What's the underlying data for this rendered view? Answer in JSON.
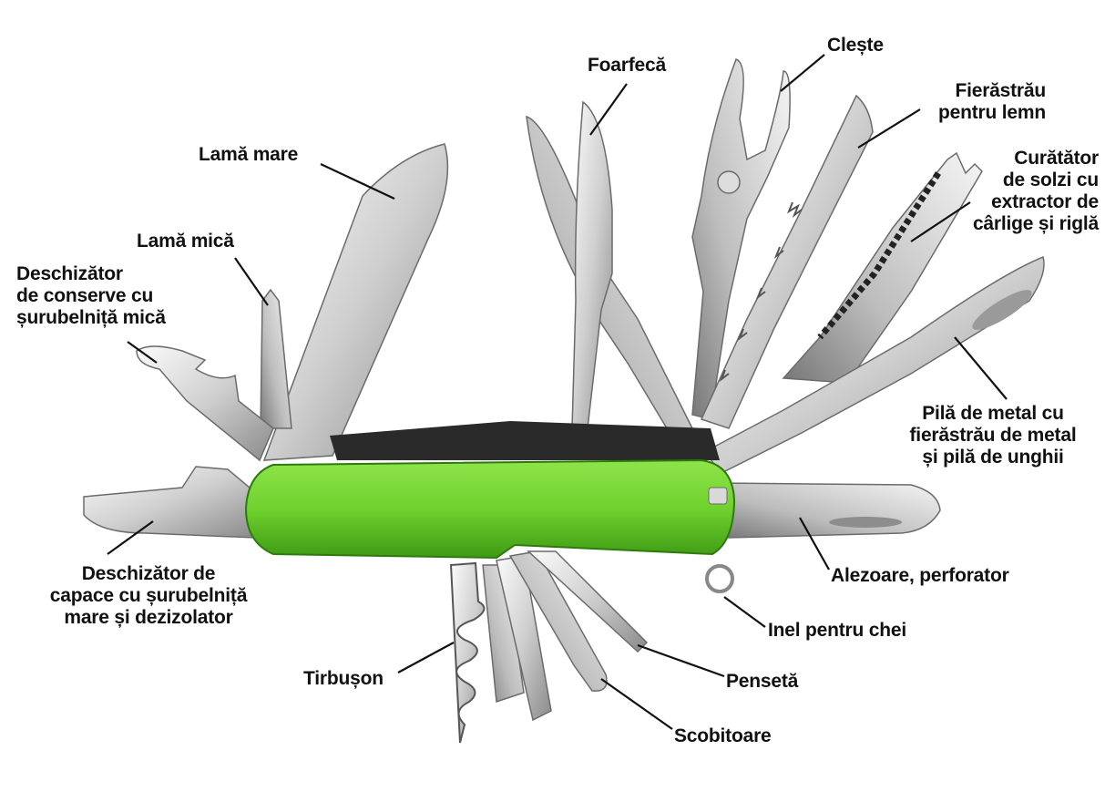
{
  "colors": {
    "handle": "#6fd12e",
    "handle_shadow": "#3f9a14",
    "steel_light": "#f2f2f2",
    "steel_mid": "#c4c4c4",
    "steel_dark": "#7a7a7a",
    "leader_line": "#111111",
    "text": "#111111"
  },
  "labels": {
    "lama_mare": "Lamă mare",
    "lama_mica": "Lamă mică",
    "deschizator_conserve": "Deschizător\nde conserve cu\nșurubelniță mică",
    "foarfeca": "Foarfecă",
    "cleste": "Clește",
    "fierastrau_lemn": "Fierăstrău\npentru lemn",
    "curatator": "Curătător\nde solzi cu\nextractor de\ncârlige și riglă",
    "pila_metal": "Pilă de metal cu\nfierăstrău de metal\nși pilă de unghii",
    "alezoare": "Alezoare, perforator",
    "inel": "Inel pentru chei",
    "penseta": "Pensetă",
    "scobitoare": "Scobitoare",
    "tirbuson": "Tirbușon",
    "deschizator_capace": "Deschizător de\ncapace cu șurubelniță\nmare și dezizolator"
  }
}
